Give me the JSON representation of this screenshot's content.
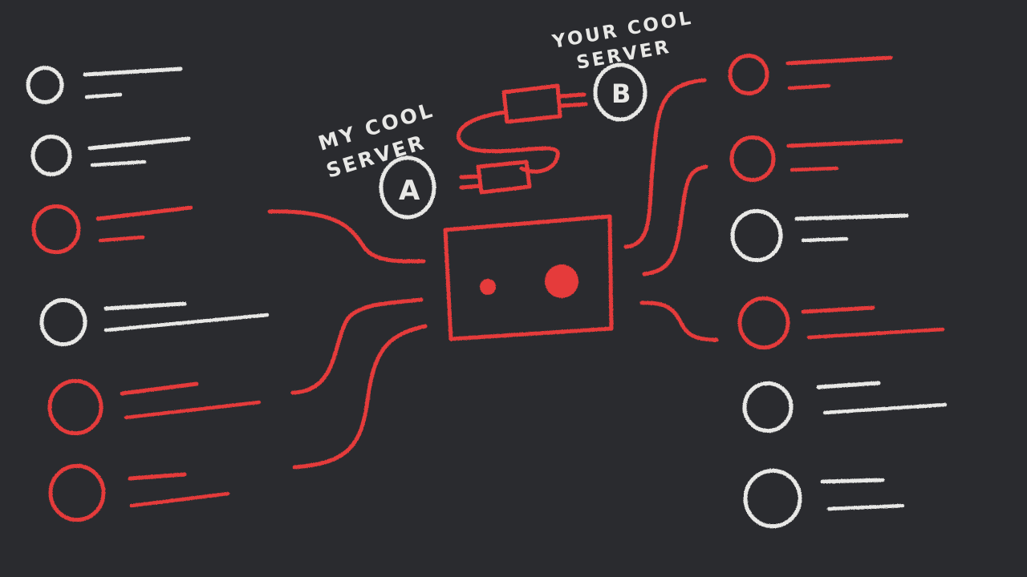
{
  "colors": {
    "background": "#2a2b2f",
    "chalk_white": "#e8e8e6",
    "chalk_red": "#e53b3b"
  },
  "labels": {
    "server_a_caption_line1": "MY COOL",
    "server_a_caption_line2": "SERVER",
    "server_a_badge": "A",
    "server_b_caption_line1": "YOUR COOL",
    "server_b_caption_line2": "SERVER",
    "server_b_badge": "B"
  },
  "nodes": {
    "left": [
      {
        "id": "left-1",
        "state": "inactive"
      },
      {
        "id": "left-2",
        "state": "inactive"
      },
      {
        "id": "left-3",
        "state": "connected"
      },
      {
        "id": "left-4",
        "state": "inactive"
      },
      {
        "id": "left-5",
        "state": "connected"
      },
      {
        "id": "left-6",
        "state": "connected"
      }
    ],
    "right": [
      {
        "id": "right-1",
        "state": "connected"
      },
      {
        "id": "right-2",
        "state": "connected"
      },
      {
        "id": "right-3",
        "state": "inactive"
      },
      {
        "id": "right-4",
        "state": "connected"
      },
      {
        "id": "right-5",
        "state": "inactive"
      },
      {
        "id": "right-6",
        "state": "inactive"
      }
    ]
  }
}
